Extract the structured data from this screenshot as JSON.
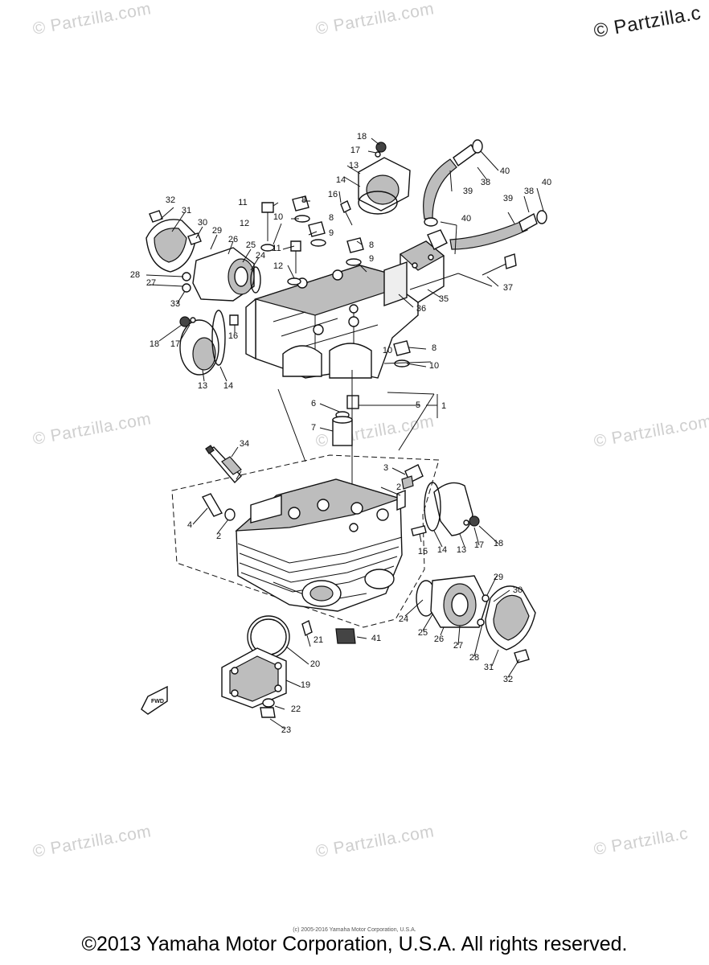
{
  "watermarks": [
    {
      "text": "© Partzilla.com"
    },
    {
      "text": "© Partzilla.com"
    },
    {
      "text": "© Partzilla.c"
    },
    {
      "text": "© Partzilla.com"
    },
    {
      "text": "© Partzilla.com"
    },
    {
      "text": "© Partzilla.com"
    },
    {
      "text": "© Partzilla.com"
    },
    {
      "text": "© Partzilla.com"
    },
    {
      "text": "© Partzilla.c"
    }
  ],
  "diagram": {
    "callouts": [
      "1",
      "2",
      "2",
      "3",
      "4",
      "5",
      "6",
      "7",
      "8",
      "8",
      "8",
      "8",
      "9",
      "9",
      "10",
      "10",
      "10",
      "11",
      "11",
      "12",
      "12",
      "13",
      "13",
      "13",
      "14",
      "14",
      "14",
      "15",
      "16",
      "16",
      "17",
      "17",
      "17",
      "18",
      "18",
      "18",
      "19",
      "20",
      "21",
      "22",
      "23",
      "24",
      "24",
      "25",
      "25",
      "26",
      "26",
      "27",
      "27",
      "28",
      "28",
      "29",
      "29",
      "30",
      "30",
      "31",
      "31",
      "32",
      "32",
      "33",
      "34",
      "35",
      "36",
      "37",
      "38",
      "38",
      "39",
      "39",
      "40",
      "40",
      "40",
      "41"
    ],
    "fwd_label": "FWD"
  },
  "footer": {
    "small_notice": "(c) 2005-2016 Yamaha Motor Corporation, U.S.A.",
    "copyright": "©2013 Yamaha Motor Corporation, U.S.A. All rights reserved."
  }
}
